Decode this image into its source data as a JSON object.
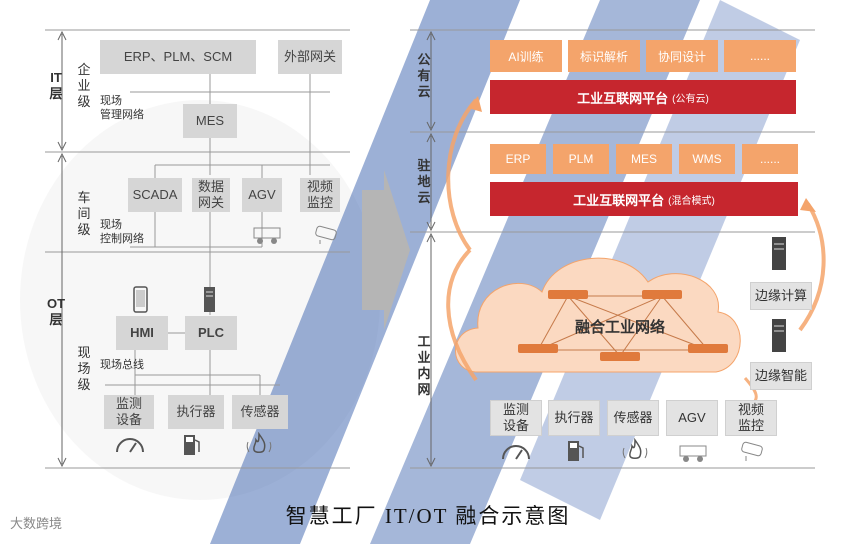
{
  "left": {
    "it_layer": "IT层",
    "ot_layer": "OT层",
    "enterprise_level": "企业级",
    "workshop_level": "车间级",
    "field_level": "现场级",
    "erp_box": "ERP、PLM、SCM",
    "external_gateway": "外部网关",
    "field_mgmt_network": "现场\n管理网络",
    "mes": "MES",
    "scada": "SCADA",
    "data_gateway": "数据\n网关",
    "agv": "AGV",
    "video_monitor": "视频\n监控",
    "field_control_network": "现场\n控制网络",
    "hmi": "HMI",
    "plc": "PLC",
    "field_bus": "现场总线",
    "monitor_device": "监测\n设备",
    "actuator": "执行器",
    "sensor": "传感器"
  },
  "right": {
    "public_cloud": "公有云",
    "onsite_cloud": "驻地云",
    "industrial_intranet": "工业内网",
    "public_apps": [
      "AI训练",
      "标识解析",
      "协同设计",
      "......"
    ],
    "platform_public": "工业互联网平台",
    "platform_public_tag": "(公有云)",
    "onsite_apps": [
      "ERP",
      "PLM",
      "MES",
      "WMS",
      "......"
    ],
    "platform_hybrid": "工业互联网平台",
    "platform_hybrid_tag": "(混合模式)",
    "fusion_network": "融合工业网络",
    "edge_compute": "边缘计算",
    "edge_intelligence": "边缘智能",
    "devices": [
      "监测\n设备",
      "执行器",
      "传感器",
      "AGV",
      "视频\n监控"
    ]
  },
  "caption": "智慧工厂 IT/OT 融合示意图",
  "logo_text": "大数跨境",
  "colors": {
    "orange": "#f4a46b",
    "red": "#c6262e",
    "gray_box": "#d6d6d6",
    "watermark_blue": "#2c56a8"
  },
  "icons": [
    "phone-icon",
    "server-tower-icon",
    "gauge-icon",
    "fuel-pump-icon",
    "fire-icon",
    "agv-cart-icon",
    "cctv-camera-icon",
    "cloud-icon",
    "router-icon"
  ]
}
